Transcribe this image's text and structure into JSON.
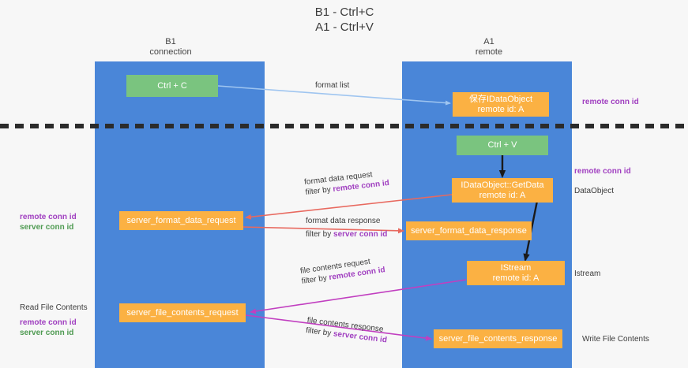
{
  "title": {
    "line1": "B1 - Ctrl+C",
    "line2": "A1 - Ctrl+V"
  },
  "lanes": [
    {
      "id": "b1",
      "header_line1": "B1",
      "header_line2": "connection",
      "color": "#4a86d8"
    },
    {
      "id": "a1",
      "header_line1": "A1",
      "header_line2": "remote",
      "color": "#4a86d8"
    }
  ],
  "nodes": {
    "ctrl_c": {
      "line1": "Ctrl + C",
      "line2": "",
      "color": "#7ac47f"
    },
    "save_idataobject": {
      "line1": "保存IDataObject",
      "line2": "remote id: A",
      "color": "#fbb143"
    },
    "ctrl_v": {
      "line1": "Ctrl + V",
      "line2": "",
      "color": "#7ac47f"
    },
    "getdata": {
      "line1": "IDataObject::GetData",
      "line2": "remote id: A",
      "color": "#fbb143"
    },
    "server_format_data_request": {
      "line1": "server_format_data_request",
      "line2": "",
      "color": "#fbb143"
    },
    "server_format_data_response": {
      "line1": "server_format_data_response",
      "line2": "",
      "color": "#fbb143"
    },
    "istream": {
      "line1": "IStream",
      "line2": "remote id: A",
      "color": "#fbb143"
    },
    "server_file_contents_request": {
      "line1": "server_file_contents_request",
      "line2": "",
      "color": "#fbb143"
    },
    "server_file_contents_response": {
      "line1": "server_file_contents_response",
      "line2": "",
      "color": "#fbb143"
    }
  },
  "edge_labels": {
    "format_list": "format list",
    "format_data_request": "format data request",
    "format_data_request_filter_prefix": "filter by ",
    "format_data_request_filter_key": "remote conn id",
    "format_data_response": "format data response",
    "format_data_response_filter_prefix": "filter by ",
    "format_data_response_filter_key": "server conn id",
    "file_contents_request": "file contents request",
    "file_contents_request_filter_prefix": "filter by ",
    "file_contents_request_filter_key": "remote conn id",
    "file_contents_response": "file contents response",
    "file_contents_response_filter_prefix": "filter by ",
    "file_contents_response_filter_key": "server conn id"
  },
  "side_notes": {
    "right_remote_conn_id_top": "remote conn id",
    "right_remote_conn_id_mid": "remote conn id",
    "right_dataobject": "DataObject",
    "right_istream": "Istream",
    "right_write_file_contents": "Write File Contents",
    "left_remote_conn_id_1": "remote conn id",
    "left_server_conn_id_1": "server conn id",
    "left_read_file_contents": "Read File Contents",
    "left_remote_conn_id_2": "remote conn id",
    "left_server_conn_id_2": "server conn id"
  },
  "colors": {
    "lane": "#4a86d8",
    "green_node": "#7ac47f",
    "orange_node": "#fbb143",
    "purple": "#a03fc0",
    "green_text": "#4e9a51",
    "arrow_blue": "#9fc5f0",
    "arrow_red": "#e8695f",
    "arrow_magenta": "#c13fc0",
    "arrow_black": "#1a1a1a",
    "divider": "#2b2b2b"
  }
}
